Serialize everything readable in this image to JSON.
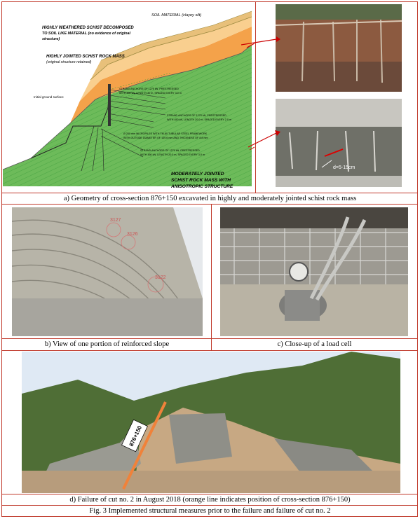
{
  "panel_a": {
    "caption": "a) Geometry of cross-section 876+150 excavated in highly and moderately jointed schist rock mass",
    "labels": {
      "soil": "SOIL MATERIAL (clayey silt)",
      "hw_schist_1": "HIGHLY WEATHERED SCHIST DECOMPOSED",
      "hw_schist_2": "TO SOIL LIKE MATERIAL (no evidence of original",
      "hw_schist_3": "structure)",
      "hj_schist_1": "HIGHLY JOINTED SCHIST ROCK MASS",
      "hj_schist_2": "(original structure retained)",
      "ground": "Initial ground surface",
      "anchor1_1": "STRAND ANCHORS OF 1270 kN, PRESTRESSED",
      "anchor1_2": "WITH 450 kN, LENGTH 30 m, SPACED EVERY 3.0 m",
      "anchor2_1": "STRAND ANCHORS OF 1270 kN, PRESTRESSED",
      "anchor2_2": "WITH 450 kN, LENGTH 20.0 m, SPACED EVERY 2.0 m",
      "micro_1": "Ø 200 mm MICROPILES WITH TM-80 TUBULAR STEEL FRAMEWORK",
      "micro_2": "WITH OUTSIDE DIAMETER OF 139.6 mm AND THICKNESS OF 8.8 mm",
      "anchor3_1": "STRAND ANCHORS OF 1270 kN, PRESTRESSED",
      "anchor3_2": "WITH 450 kN, LENGTH 20.0 m, SPACED EVERY 3.0 m",
      "mj_1": "MODERATELY JOINTED",
      "mj_2": "SCHIST ROCK MASS WITH",
      "mj_3": "ANISOTROPIC STRUCTURE",
      "spacing": "d=5-15cm"
    }
  },
  "panel_b": {
    "caption": "b) View of one portion of reinforced slope",
    "marks": [
      "3127",
      "3126",
      "3122"
    ]
  },
  "panel_c": {
    "caption": "c) Close-up of a load cell"
  },
  "panel_d": {
    "caption": "d) Failure of cut no. 2 in August 2018 (orange line indicates position of cross-section 876+150)",
    "section_label": "876+150"
  },
  "figure_caption": "Fig. 3 Implemented structural measures prior to the failure and failure of cut no. 2"
}
